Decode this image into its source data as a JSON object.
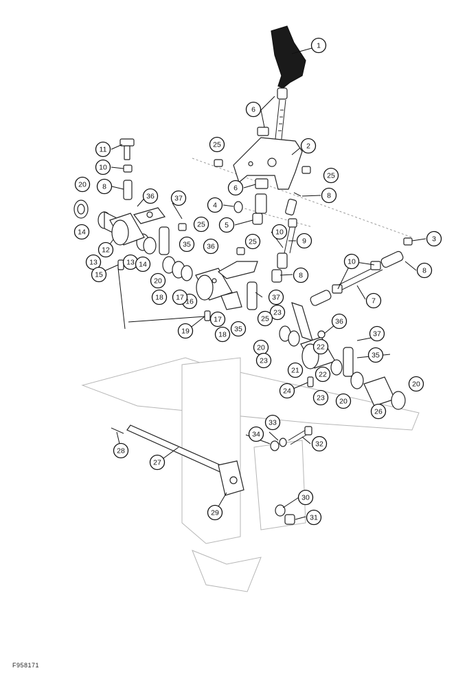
{
  "figure_id": "F958171",
  "callouts": [
    {
      "n": "1"
    },
    {
      "n": "2"
    },
    {
      "n": "3"
    },
    {
      "n": "4"
    },
    {
      "n": "5"
    },
    {
      "n": "6"
    },
    {
      "n": "6"
    },
    {
      "n": "7"
    },
    {
      "n": "8"
    },
    {
      "n": "8"
    },
    {
      "n": "8"
    },
    {
      "n": "8"
    },
    {
      "n": "9"
    },
    {
      "n": "10"
    },
    {
      "n": "10"
    },
    {
      "n": "10"
    },
    {
      "n": "11"
    },
    {
      "n": "12"
    },
    {
      "n": "13"
    },
    {
      "n": "13"
    },
    {
      "n": "14"
    },
    {
      "n": "14"
    },
    {
      "n": "15"
    },
    {
      "n": "16"
    },
    {
      "n": "17"
    },
    {
      "n": "17"
    },
    {
      "n": "18"
    },
    {
      "n": "18"
    },
    {
      "n": "19"
    },
    {
      "n": "20"
    },
    {
      "n": "20"
    },
    {
      "n": "20"
    },
    {
      "n": "20"
    },
    {
      "n": "20"
    },
    {
      "n": "21"
    },
    {
      "n": "22"
    },
    {
      "n": "22"
    },
    {
      "n": "23"
    },
    {
      "n": "23"
    },
    {
      "n": "23"
    },
    {
      "n": "24"
    },
    {
      "n": "25"
    },
    {
      "n": "25"
    },
    {
      "n": "25"
    },
    {
      "n": "25"
    },
    {
      "n": "25"
    },
    {
      "n": "26"
    },
    {
      "n": "27"
    },
    {
      "n": "28"
    },
    {
      "n": "29"
    },
    {
      "n": "30"
    },
    {
      "n": "31"
    },
    {
      "n": "32"
    },
    {
      "n": "33"
    },
    {
      "n": "34"
    },
    {
      "n": "35"
    },
    {
      "n": "35"
    },
    {
      "n": "35"
    },
    {
      "n": "36"
    },
    {
      "n": "36"
    },
    {
      "n": "36"
    },
    {
      "n": "37"
    },
    {
      "n": "37"
    },
    {
      "n": "37"
    }
  ]
}
